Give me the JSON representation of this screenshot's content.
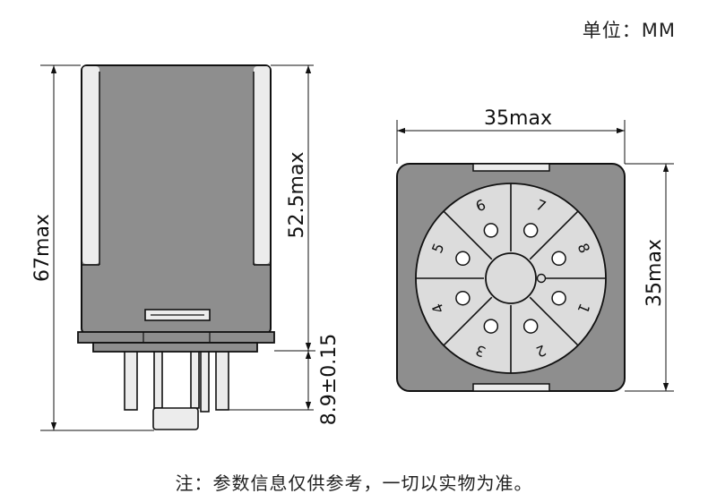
{
  "unit_label": "单位：MM",
  "footnote": "注：参数信息仅供参考，一切以实物为准。",
  "colors": {
    "body_fill": "#8e8e8e",
    "light_fill": "#ececec",
    "outline": "#111111",
    "panel_fill": "#dcdcdc"
  },
  "side_view": {
    "overall_height_label": "67max",
    "body_height_label": "52.5max",
    "pin_length_label": "8.9±0.15"
  },
  "top_view": {
    "width_label": "35max",
    "height_label": "35max",
    "pins": [
      "1",
      "2",
      "3",
      "4",
      "5",
      "6",
      "7",
      "8"
    ]
  }
}
